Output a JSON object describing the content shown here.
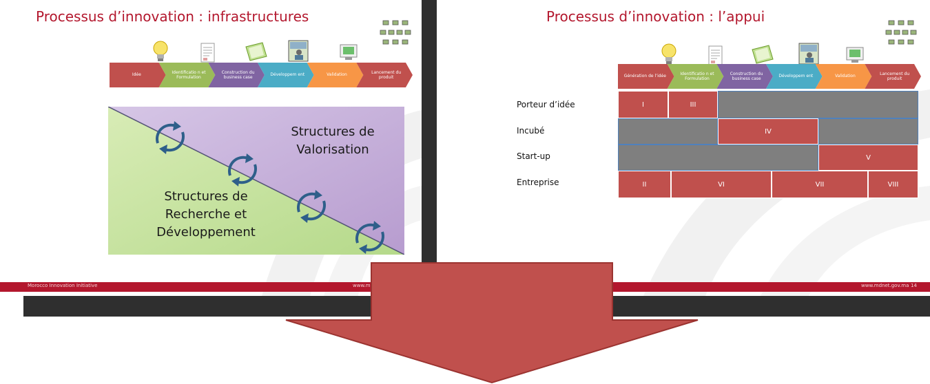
{
  "left_slide": {
    "title": "Processus d’innovation : infrastructures",
    "process_steps": [
      {
        "label": "Idée",
        "color": "#c0504d"
      },
      {
        "label": "Identificatio n et Formulation",
        "color": "#9bbb59"
      },
      {
        "label": "Construction du business case",
        "color": "#8064a2"
      },
      {
        "label": "Développem ent",
        "color": "#4bacc6"
      },
      {
        "label": "Validation",
        "color": "#f79646"
      },
      {
        "label": "Lancement du produit",
        "color": "#c0504d"
      }
    ],
    "diagram": {
      "upper_text": "Structures de Valorisation",
      "lower_text": "Structures de Recherche et Développement",
      "upper_color": "#c9b4dc",
      "lower_color": "#c4e09a",
      "arrow_color": "#2e5f8a"
    },
    "footer_left": "Morocco Innovation Initiative",
    "footer_right": "www.m"
  },
  "right_slide": {
    "title": "Processus d’innovation : l’appui",
    "process_steps": [
      {
        "label": "Génération de l’idée",
        "color": "#c0504d"
      },
      {
        "label": "Identificatio n et Formulation",
        "color": "#9bbb59"
      },
      {
        "label": "Construction du business case",
        "color": "#8064a2"
      },
      {
        "label": "Développem ent",
        "color": "#4bacc6"
      },
      {
        "label": "Validation",
        "color": "#f79646"
      },
      {
        "label": "Lancement du produit",
        "color": "#c0504d"
      }
    ],
    "rows": [
      "Porteur d’idée",
      "Incubé",
      "Start-up",
      "Entreprise"
    ],
    "phases": [
      "I",
      "III",
      "IV",
      "V",
      "II",
      "VI",
      "VII",
      "VIII"
    ],
    "footer_right": "www.mdnet.gov.ma",
    "page_number": "14"
  },
  "colors": {
    "title": "#b3172d",
    "footer_bar": "#b3172d",
    "cell_red": "#c0504d",
    "cell_gray": "#7f7f7f",
    "cell_border": "#4f81bd",
    "big_arrow_fill": "#c0504d",
    "big_arrow_stroke": "#9b3330",
    "dark_band": "#2f2f2f"
  },
  "icons": [
    "lightbulb-icon",
    "document-icon",
    "folder-icon",
    "workshop-icon",
    "monitor-icon",
    "network-icon"
  ]
}
